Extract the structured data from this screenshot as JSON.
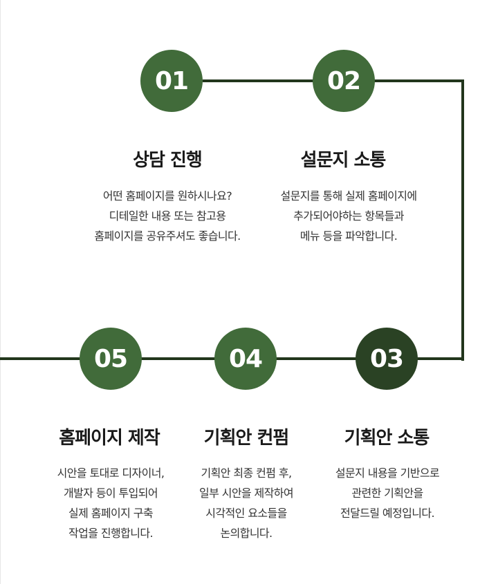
{
  "steps": [
    {
      "number": "01",
      "title": "상담 진행",
      "lines": [
        "어떤 홈페이지를 원하시나요?",
        "디테일한 내용 또는 참고용",
        "홈페이지를 공유주셔도 좋습니다."
      ]
    },
    {
      "number": "02",
      "title": "설문지 소통",
      "lines": [
        "설문지를 통해 실제 홈페이지에",
        "추가되어야하는 항목들과",
        "메뉴 등을 파악합니다."
      ]
    },
    {
      "number": "03",
      "title": "기획안 소통",
      "lines": [
        "설문지 내용을 기반으로",
        "관련한 기획안을",
        "전달드릴 예정입니다."
      ]
    },
    {
      "number": "04",
      "title": "기획안 컨펌",
      "lines": [
        "기획안 최종 컨펌 후,",
        "일부 시안을 제작하여",
        "시각적인 요소들을",
        "논의합니다."
      ]
    },
    {
      "number": "05",
      "title": "홈페이지 제작",
      "lines": [
        "시안을 토대로 디자이너,",
        "개발자 등이 투입되어",
        "실제 홈페이지 구축",
        "작업을 진행합니다."
      ]
    }
  ],
  "colors": {
    "circle_primary": "#416b3a",
    "circle_accent": "#2a4224",
    "connector": "#22361c"
  }
}
